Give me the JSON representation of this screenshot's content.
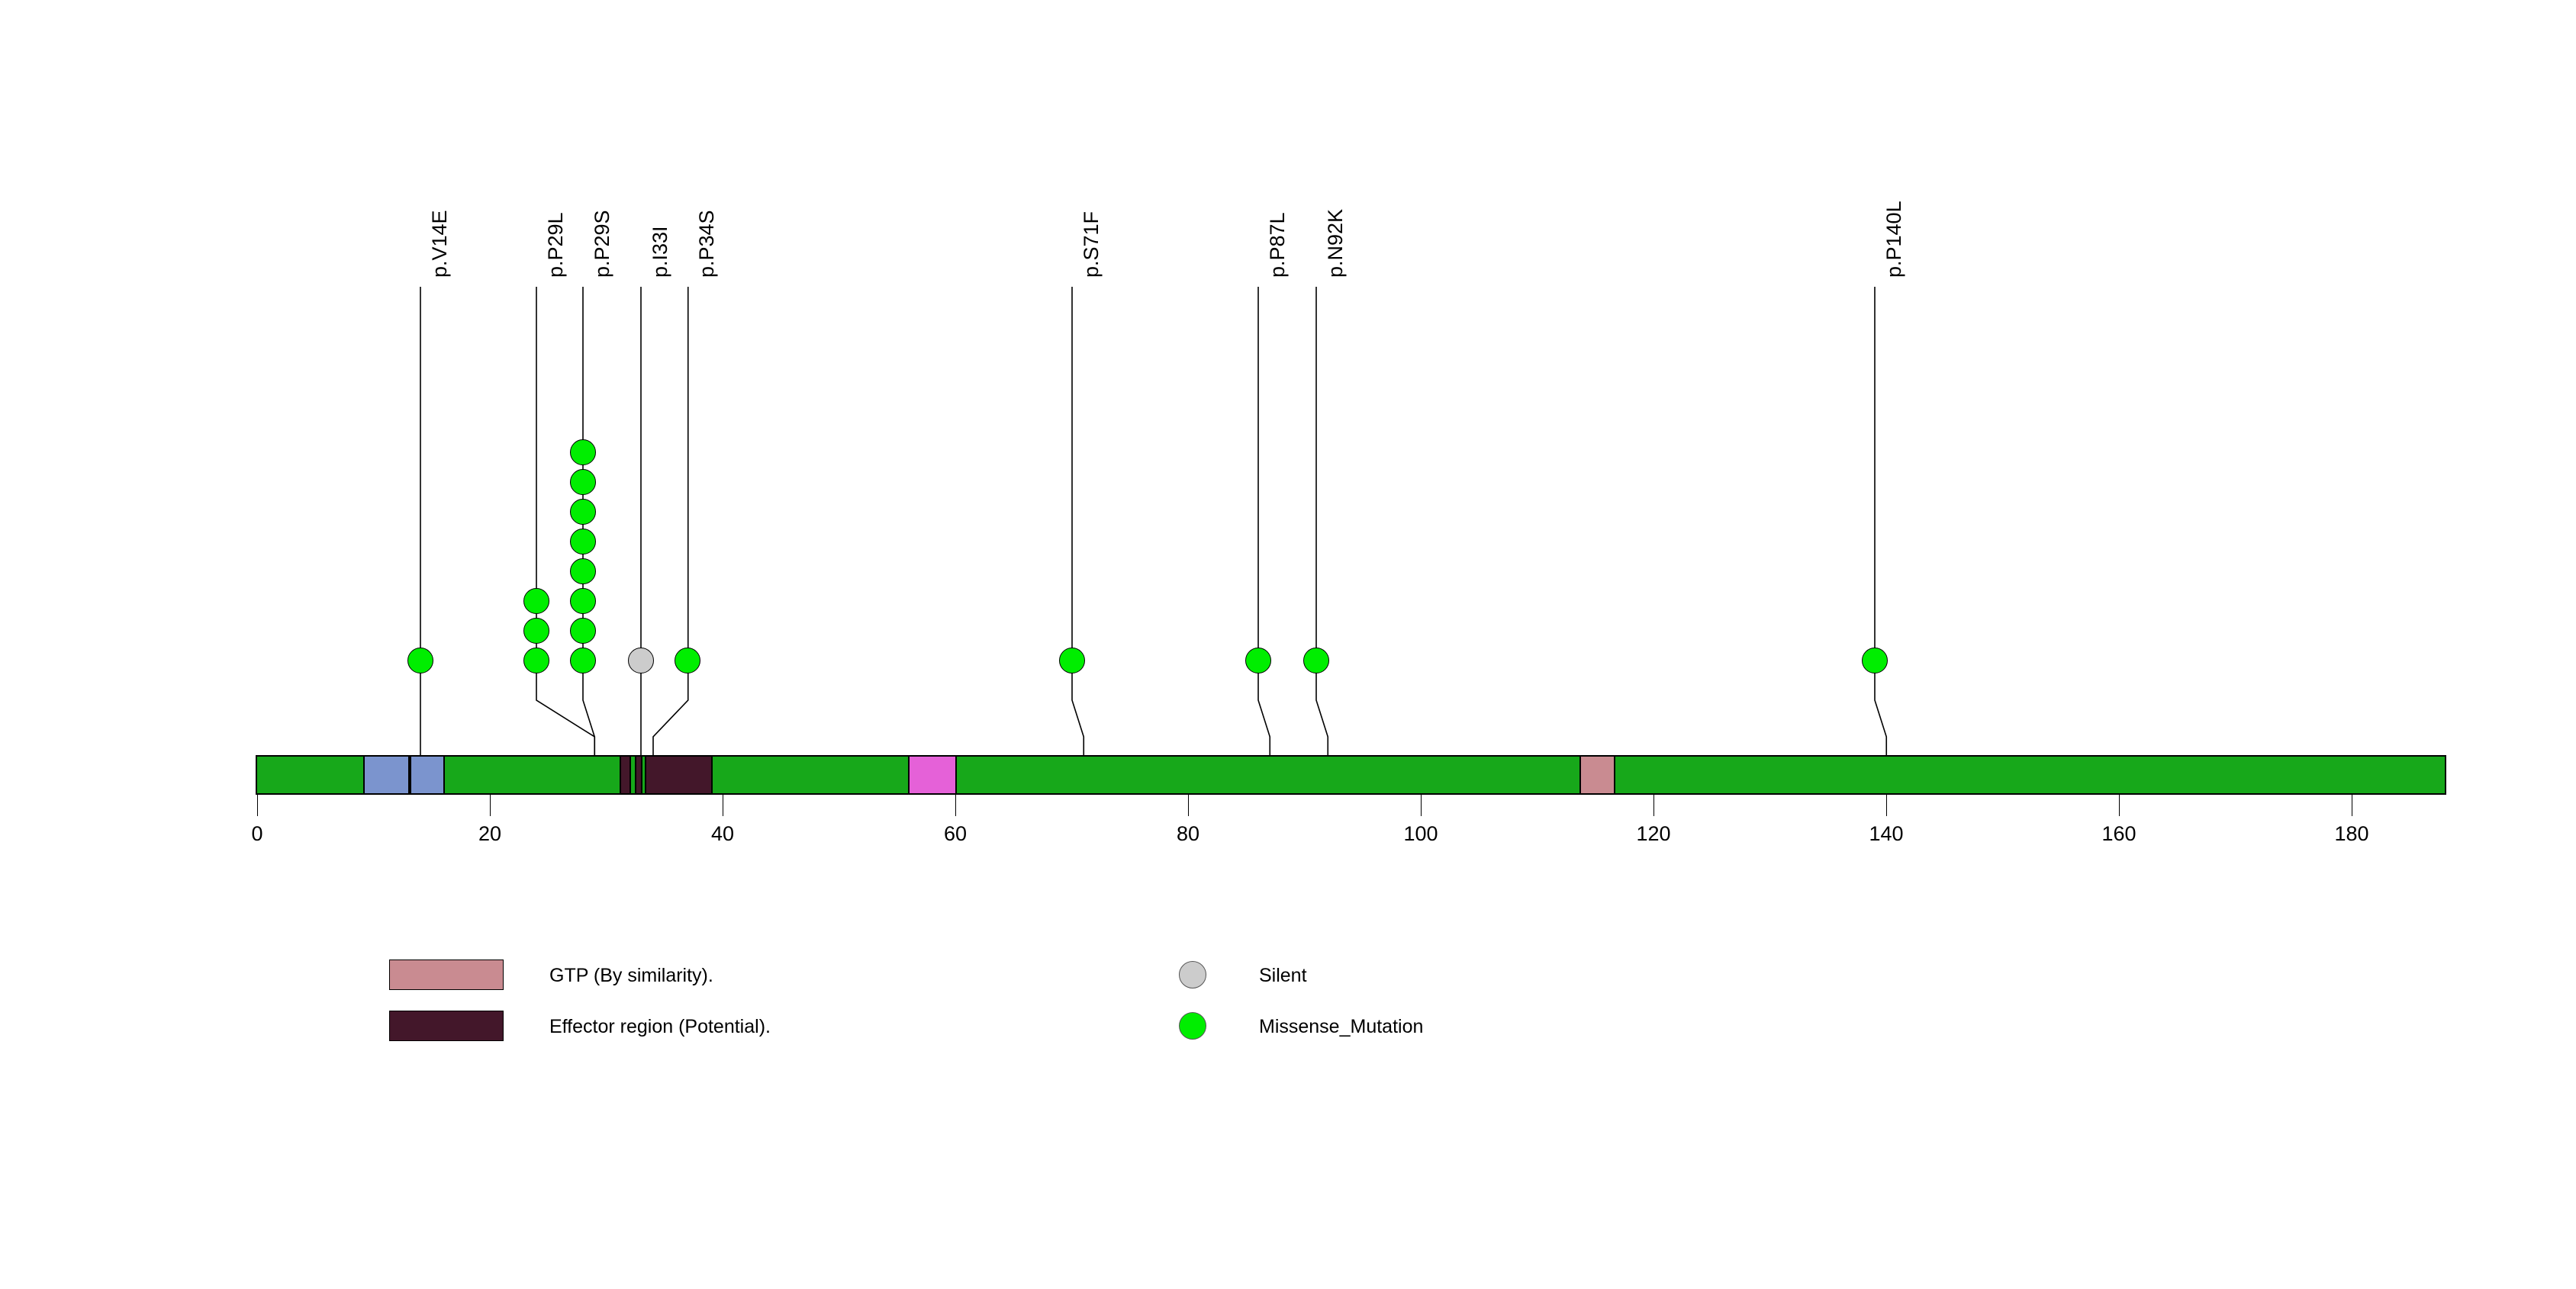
{
  "chart_data": {
    "type": "lollipop",
    "title": "",
    "xlabel": "",
    "ylabel": "",
    "xlim": [
      0,
      188
    ],
    "axis_ticks": [
      0,
      20,
      40,
      60,
      80,
      100,
      120,
      140,
      160,
      180
    ],
    "protein_length": 188,
    "grid": false,
    "legend_position": "bottom",
    "mutations": [
      {
        "label": "p.V14E",
        "position": 14,
        "count": 1,
        "type": "Missense_Mutation",
        "color": "#00ee00"
      },
      {
        "label": "p.P29L",
        "position": 24,
        "count": 3,
        "type": "Missense_Mutation",
        "color": "#00ee00"
      },
      {
        "label": "p.P29S",
        "position": 28,
        "count": 8,
        "type": "Missense_Mutation",
        "color": "#00ee00"
      },
      {
        "label": "p.I33I",
        "position": 33,
        "count": 1,
        "type": "Silent",
        "color": "#cccccc"
      },
      {
        "label": "p.P34S",
        "position": 37,
        "count": 1,
        "type": "Missense_Mutation",
        "color": "#00ee00"
      },
      {
        "label": "p.S71F",
        "position": 70,
        "count": 1,
        "type": "Missense_Mutation",
        "color": "#00ee00"
      },
      {
        "label": "p.P87L",
        "position": 86,
        "count": 1,
        "type": "Missense_Mutation",
        "color": "#00ee00"
      },
      {
        "label": "p.N92K",
        "position": 91,
        "count": 1,
        "type": "Missense_Mutation",
        "color": "#00ee00"
      },
      {
        "label": "p.P140L",
        "position": 139,
        "count": 1,
        "type": "Missense_Mutation",
        "color": "#00ee00"
      }
    ],
    "anchors": [
      {
        "label": "p.V14E",
        "anchor": 14
      },
      {
        "label": "p.P29L",
        "anchor": 29
      },
      {
        "label": "p.P29S",
        "anchor": 29
      },
      {
        "label": "p.I33I",
        "anchor": 33
      },
      {
        "label": "p.P34S",
        "anchor": 34
      },
      {
        "label": "p.S71F",
        "anchor": 71
      },
      {
        "label": "p.P87L",
        "anchor": 87
      },
      {
        "label": "p.N92K",
        "anchor": 92
      },
      {
        "label": "p.P140L",
        "anchor": 140
      }
    ],
    "domains": [
      {
        "name": "backbone",
        "start": 0,
        "end": 188,
        "color": "#17a81a"
      },
      {
        "name": "blue-region-a",
        "start": 9,
        "end": 13,
        "color": "#7b94ce"
      },
      {
        "name": "blue-region-b",
        "start": 13,
        "end": 16,
        "color": "#7b94ce"
      },
      {
        "name": "effector-a",
        "start": 31,
        "end": 32,
        "color": "#43172a"
      },
      {
        "name": "effector-b",
        "start": 32.3,
        "end": 33,
        "color": "#43172a"
      },
      {
        "name": "effector-c",
        "start": 33.2,
        "end": 39,
        "color": "#43172a"
      },
      {
        "name": "magenta-region",
        "start": 55.8,
        "end": 60,
        "color": "#e561d8"
      },
      {
        "name": "gtp-region",
        "start": 113.5,
        "end": 116.6,
        "color": "#c98b91"
      }
    ]
  },
  "legend": {
    "items": [
      {
        "kind": "swatch",
        "label": "GTP (By similarity).",
        "color": "#c98b91",
        "column": 0,
        "row": 0
      },
      {
        "kind": "swatch",
        "label": "Effector region (Potential).",
        "color": "#43172a",
        "column": 0,
        "row": 1
      },
      {
        "kind": "circle",
        "label": "Silent",
        "color": "#cccccc",
        "column": 1,
        "row": 0
      },
      {
        "kind": "circle",
        "label": "Missense_Mutation",
        "color": "#00ee00",
        "column": 1,
        "row": 1
      }
    ]
  },
  "axis": {
    "tick_labels": [
      "0",
      "20",
      "40",
      "60",
      "80",
      "100",
      "120",
      "140",
      "160",
      "180"
    ]
  },
  "colors": {
    "backbone_green": "#17a81a",
    "blue": "#7b94ce",
    "effector_dark": "#43172a",
    "magenta": "#e561d8",
    "gtp_pink": "#c98b91",
    "missense_green": "#00ee00",
    "silent_gray": "#cccccc",
    "outline": "#000000"
  }
}
